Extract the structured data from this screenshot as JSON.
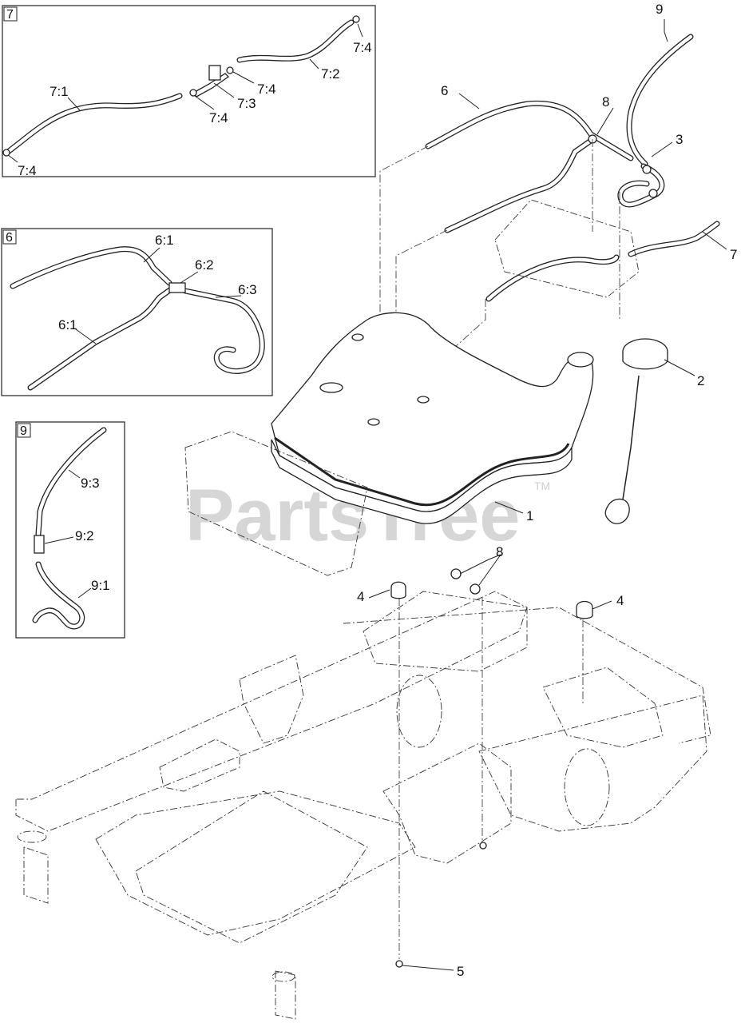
{
  "watermark": {
    "text": "PartsTree",
    "tm": "TM"
  },
  "insets": {
    "inset7": {
      "id": "7",
      "labels": {
        "a": "7:1",
        "b": "7:2",
        "c": "7:3",
        "d": "7:4",
        "e": "7:4",
        "f": "7:4",
        "g": "7:4"
      }
    },
    "inset6": {
      "id": "6",
      "labels": {
        "a": "6:1",
        "b": "6:2",
        "c": "6:3",
        "d": "6:1"
      }
    },
    "inset9": {
      "id": "9",
      "labels": {
        "a": "9:3",
        "b": "9:2",
        "c": "9:1"
      }
    }
  },
  "callouts": {
    "c1": "1",
    "c2": "2",
    "c3": "3",
    "c4a": "4",
    "c4b": "4",
    "c5": "5",
    "c6": "6",
    "c7": "7",
    "c8a": "8",
    "c8b": "8",
    "c9": "9"
  }
}
